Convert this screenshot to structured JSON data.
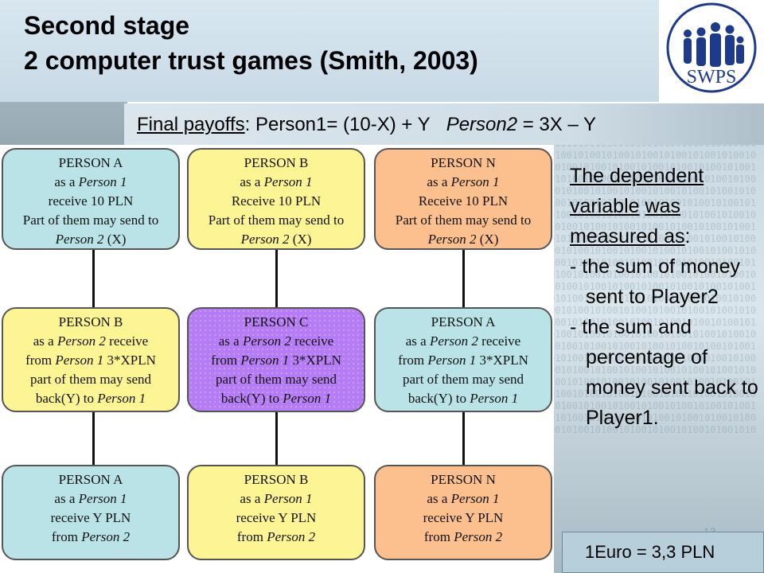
{
  "title": {
    "line1": "Second stage",
    "line2": "2 computer trust games (Smith, 2003)"
  },
  "logo": {
    "text": "SWPS"
  },
  "payoffs": {
    "label": "Final payoffs",
    "colon": ": ",
    "person1": "Person1= (10-X) + Y",
    "person2_label": "Person2",
    "person2_formula": " = 3X – Y"
  },
  "boxes": {
    "r1c1": {
      "name": "PERSON A",
      "l2a": "as a ",
      "l2b": "Person 1",
      "l3": "receive 10 PLN",
      "l4": "Part of them may send to",
      "l5a": "Person 2",
      "l5b": " (X)"
    },
    "r1c2": {
      "name": "PERSON B",
      "l2a": "as a ",
      "l2b": "Person 1",
      "l3": "Receive 10 PLN",
      "l4": "Part of them may send to",
      "l5a": "Person 2",
      "l5b": " (X)"
    },
    "r1c3": {
      "name": "PERSON N",
      "l2a": "as a ",
      "l2b": "Person 1",
      "l3": "Receive 10 PLN",
      "l4": "Part of them may send to",
      "l5a": "Person 2",
      "l5b": " (X)"
    },
    "r2c1": {
      "name": "PERSON B",
      "l2a": "as a ",
      "l2b": "Person 2",
      "l2c": " receive",
      "l3a": "from ",
      "l3b": "Person 1",
      "l3c": " 3*XPLN",
      "l4": "part of them may send",
      "l5a": "back(Y) to ",
      "l5b": "Person 1"
    },
    "r2c2": {
      "name": "PERSON C",
      "l2a": "as a ",
      "l2b": "Person 2",
      "l2c": " receive",
      "l3a": "from ",
      "l3b": "Person 1",
      "l3c": " 3*XPLN",
      "l4": "part of them may send",
      "l5a": "back(Y) to ",
      "l5b": "Person 1"
    },
    "r2c3": {
      "name": "PERSON A",
      "l2a": "as a ",
      "l2b": "Person 2",
      "l2c": " receive",
      "l3a": "from ",
      "l3b": "Person 1",
      "l3c": " 3*XPLN",
      "l4": "part of them may send",
      "l5a": "back(Y) to ",
      "l5b": "Person 1"
    },
    "r3c1": {
      "name": "PERSON A",
      "l2a": "as a ",
      "l2b": "Person 1",
      "l3": "receive Y PLN",
      "l4a": "from ",
      "l4b": "Person 2"
    },
    "r3c2": {
      "name": "PERSON B",
      "l2a": "as a ",
      "l2b": "Person 1",
      "l3": "receive Y PLN",
      "l4a": "from ",
      "l4b": "Person 2"
    },
    "r3c3": {
      "name": "PERSON N",
      "l2a": "as a ",
      "l2b": "Person 1",
      "l3": "receive Y PLN",
      "l4a": "from ",
      "l4b": "Person 2"
    }
  },
  "dependent": {
    "w1": "The dependent",
    "w2": "variable",
    "w3": " ",
    "w4": "was",
    "w5": "measured as",
    "w6": ":",
    "item1": "- the sum of money sent to Player2",
    "item2": "- the sum and percentage of money sent back to Player1."
  },
  "conversion": "1Euro = 3,3 PLN",
  "slide_number": "13"
}
